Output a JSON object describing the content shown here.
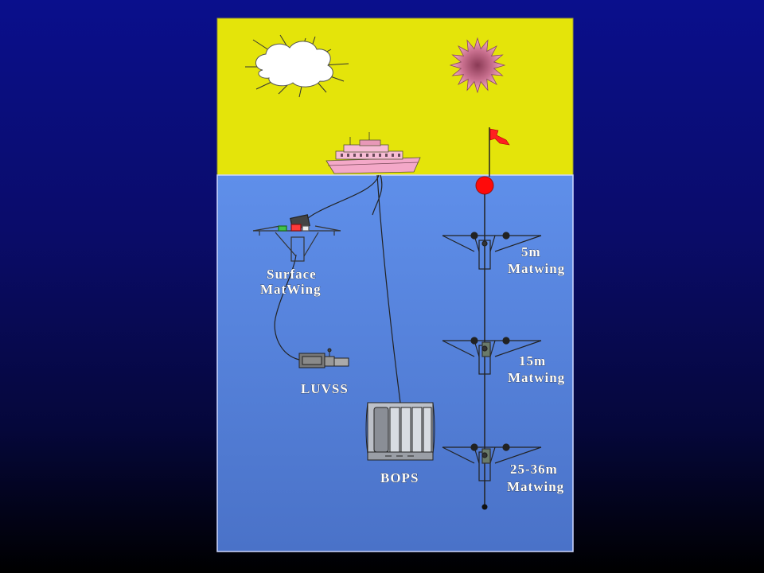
{
  "colors": {
    "sky": "#e4e40a",
    "sea_top": "#5c8de8",
    "sea_bottom": "#4a76cf",
    "buoy": "#ff0a0a",
    "flag": "#ff2020",
    "ship": "#f4a8c8",
    "sun": "#e88aa8",
    "label": "#ffffff"
  },
  "icons": [
    "cloud-icon",
    "sun-icon",
    "ship-icon",
    "buoy-icon",
    "flag-icon"
  ],
  "labels": {
    "surface_matwing": [
      "Surface",
      "MatWing"
    ],
    "luvss": "LUVSS",
    "bops": "BOPS",
    "matwing_5m": [
      "5m",
      "Matwing"
    ],
    "matwing_15m": [
      "15m",
      "Matwing"
    ],
    "matwing_25_36m": [
      "25-36m",
      "Matwing"
    ]
  }
}
